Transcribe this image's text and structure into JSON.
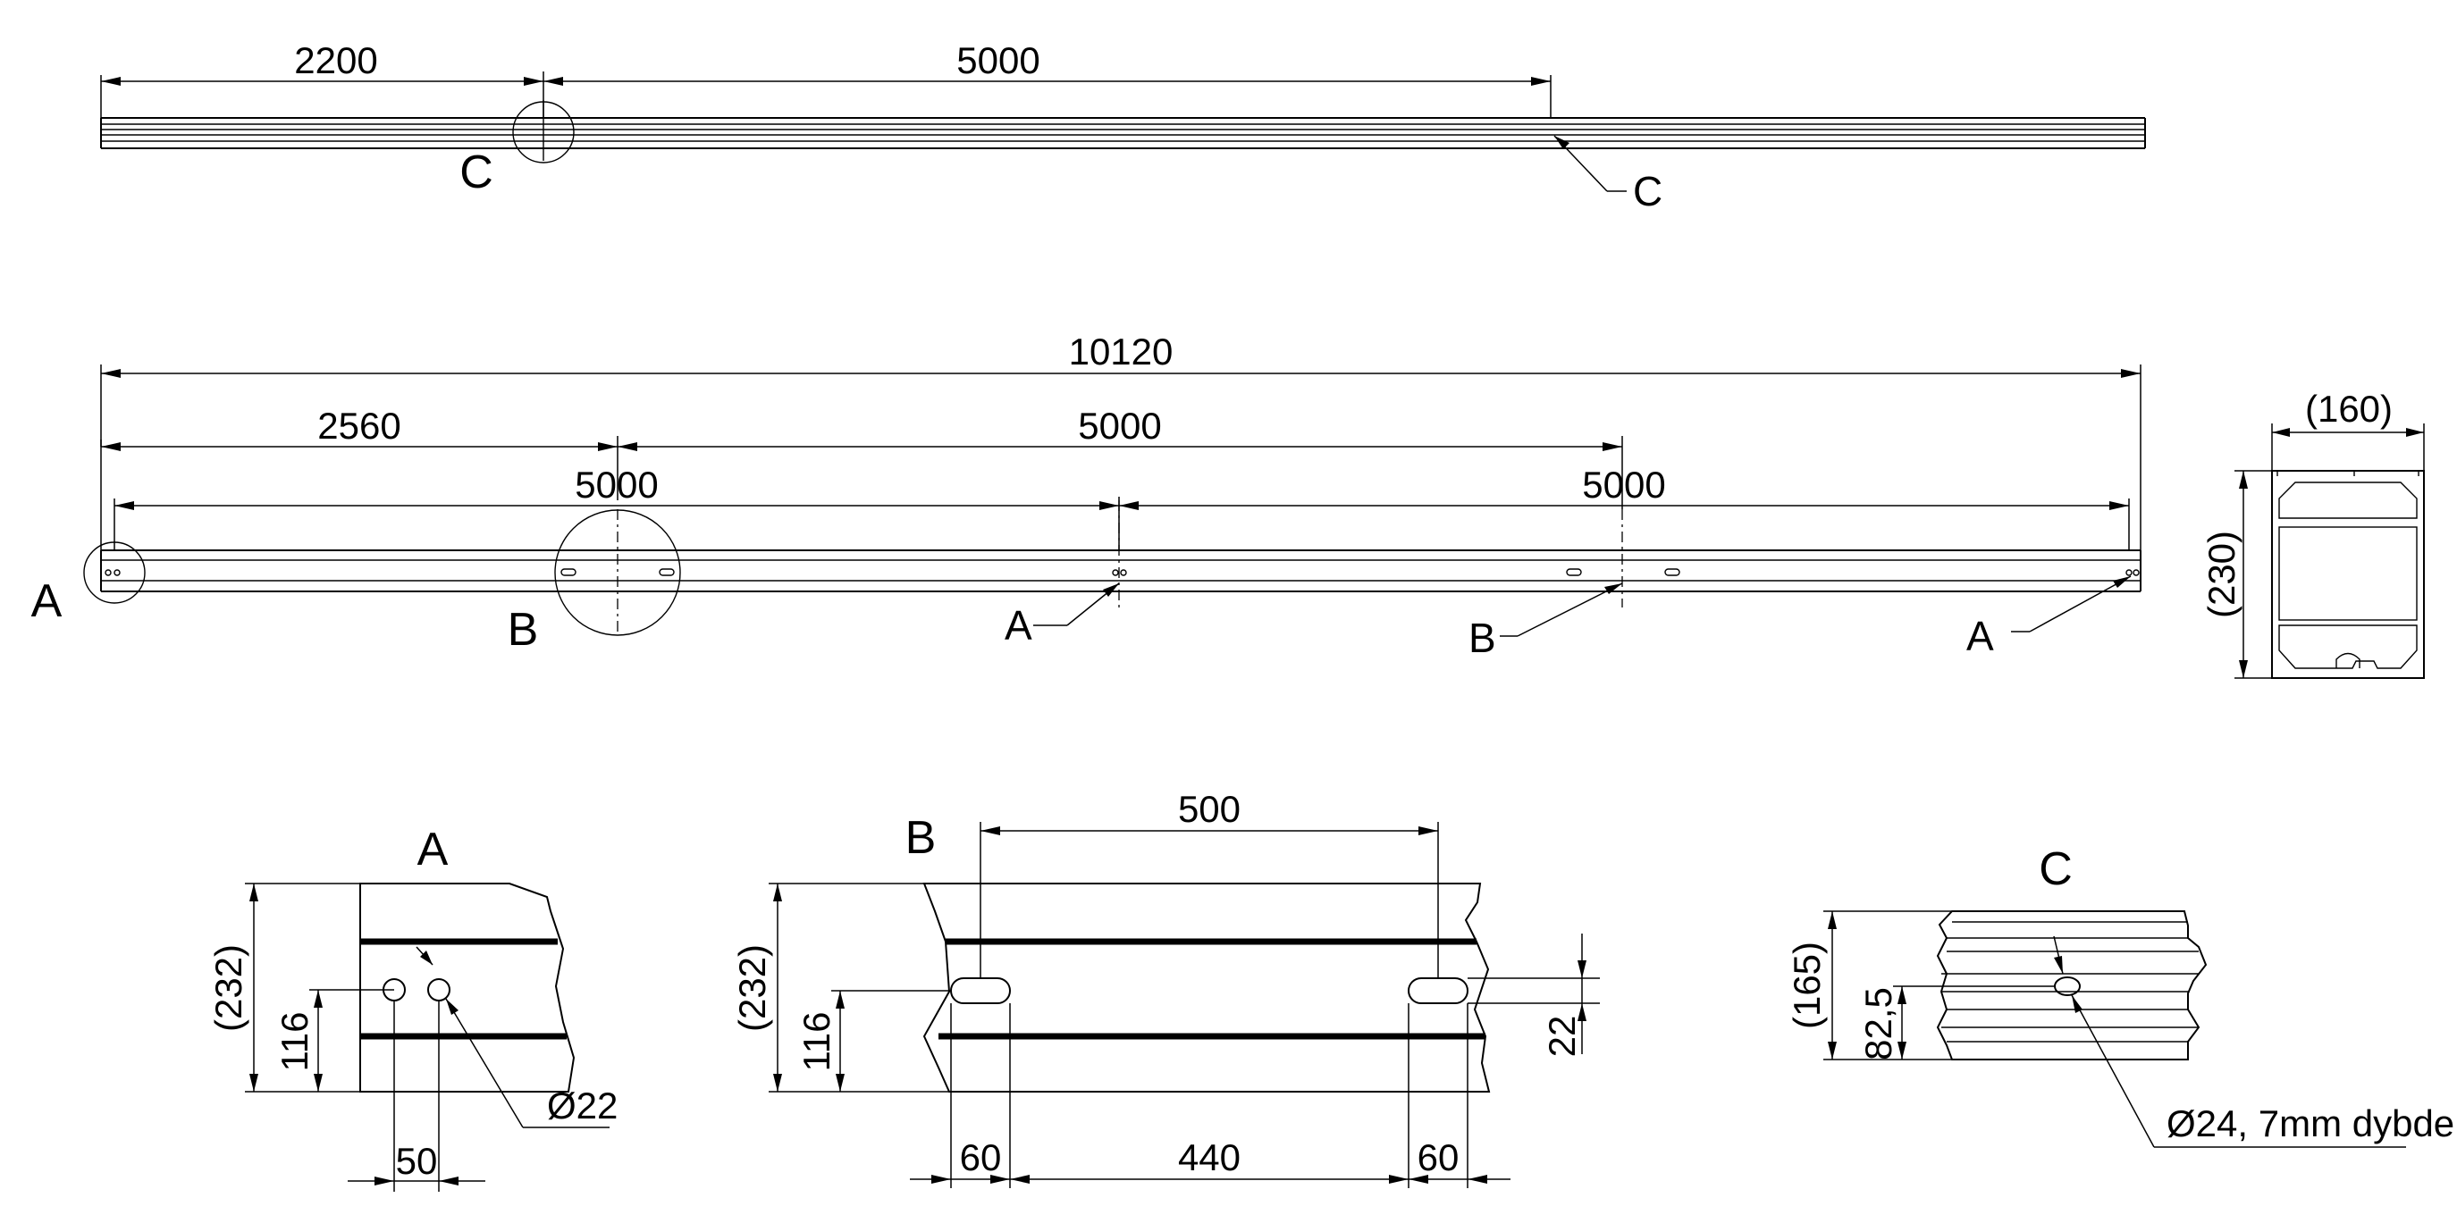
{
  "views": {
    "top": {
      "dims": [
        "2200",
        "5000"
      ],
      "labels": [
        "C",
        "C"
      ]
    },
    "front": {
      "dims": [
        "10120",
        "2560",
        "5000",
        "5000",
        "5000"
      ],
      "labels": [
        "A",
        "B",
        "A",
        "B",
        "A"
      ]
    },
    "section": {
      "dims": [
        "(160)",
        "(230)"
      ]
    },
    "detail_a": {
      "title": "A",
      "dims": [
        "(232)",
        "116",
        "50",
        "Ø22"
      ]
    },
    "detail_b": {
      "title": "B",
      "dims": [
        "500",
        "(232)",
        "116",
        "22",
        "60",
        "440",
        "60"
      ]
    },
    "detail_c": {
      "title": "C",
      "dims": [
        "(165)",
        "82,5",
        "Ø24, 7mm dybde"
      ]
    }
  }
}
